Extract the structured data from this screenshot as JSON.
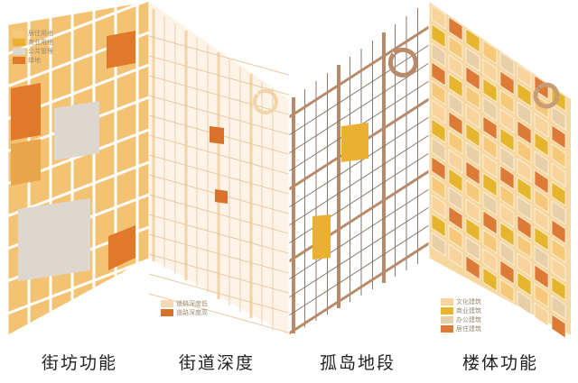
{
  "colors": {
    "residential": "#f6c97a",
    "commercial": "#e9b032",
    "public": "#ddd7cf",
    "green": "#e07a2a",
    "depth_low": "#f7d9b8",
    "depth_high": "#d9712a",
    "island": "#b78b6a",
    "culture": "#f8d39b",
    "commerce_bldg": "#e4b52d",
    "office_bldg": "#e9cfa8",
    "residence_bldg": "#dd7a36",
    "paper": "#ffffff",
    "grid": "#ffffff"
  },
  "panels": [
    {
      "title": "街坊功能",
      "legend": [
        {
          "label": "居住用地",
          "color": "#f6c97a"
        },
        {
          "label": "商业用地",
          "color": "#e9b032"
        },
        {
          "label": "公共管理",
          "color": "#ddd7cf"
        },
        {
          "label": "绿地",
          "color": "#e07a2a"
        }
      ]
    },
    {
      "title": "街道深度",
      "legend": [
        {
          "label": "道路深度低",
          "color": "#f7d9b8"
        },
        {
          "label": "道路深度高",
          "color": "#d9712a"
        }
      ]
    },
    {
      "title": "孤岛地段",
      "legend": []
    },
    {
      "title": "楼体功能",
      "legend": [
        {
          "label": "文化建筑",
          "color": "#f8d39b"
        },
        {
          "label": "商业建筑",
          "color": "#e4b52d"
        },
        {
          "label": "办公建筑",
          "color": "#e9cfa8"
        },
        {
          "label": "居住建筑",
          "color": "#dd7a36"
        }
      ]
    }
  ]
}
